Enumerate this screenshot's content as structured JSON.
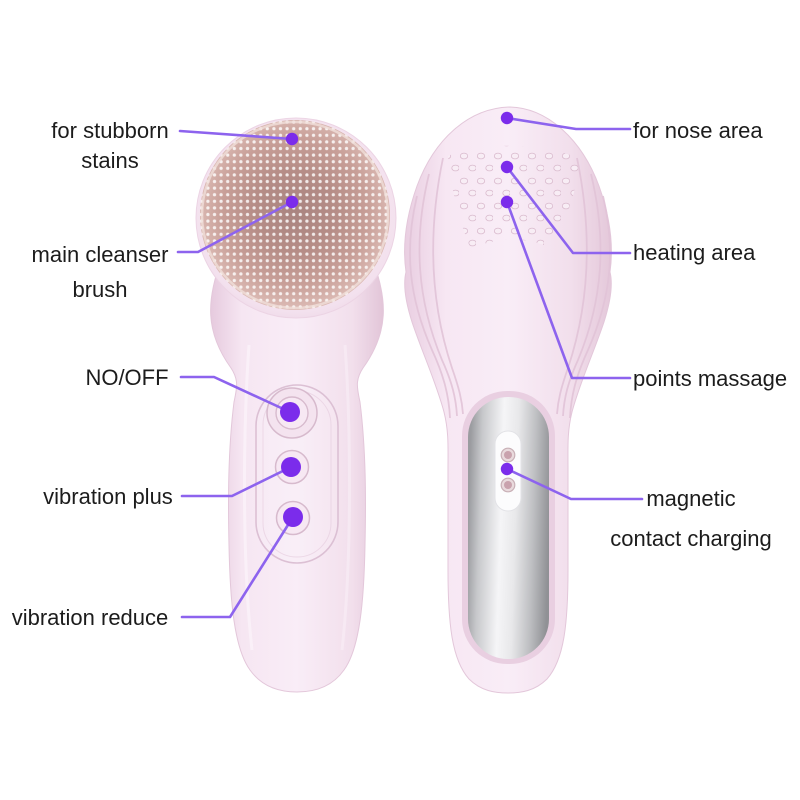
{
  "figure": {
    "type": "annotated-product-diagram",
    "subject": "silicone facial cleansing brush, front and back views"
  },
  "colors": {
    "background": "#ffffff",
    "callout_line": "#8d63ee",
    "callout_dot": "#7b2ceb",
    "label_text": "#1c1c1c",
    "device_body_pink": "#f4e3ef",
    "brush_face_mauve": "#b58c85",
    "charging_panel_silver": "#cfd0d3"
  },
  "callouts": {
    "left": [
      {
        "id": "stubborn",
        "line1": "for stubborn",
        "line2": "stains"
      },
      {
        "id": "cleanser",
        "line1": "main cleanser",
        "line2": "brush"
      },
      {
        "id": "power",
        "line1": "NO/OFF"
      },
      {
        "id": "vibration_plus",
        "line1": "vibration plus"
      },
      {
        "id": "vibration_reduce",
        "line1": "vibration reduce"
      }
    ],
    "right": [
      {
        "id": "nose",
        "line1": "for nose area"
      },
      {
        "id": "heating",
        "line1": "heating area"
      },
      {
        "id": "massage",
        "line1": "points massage"
      },
      {
        "id": "magnetic",
        "line1": "magnetic",
        "line2": "contact charging"
      }
    ]
  }
}
